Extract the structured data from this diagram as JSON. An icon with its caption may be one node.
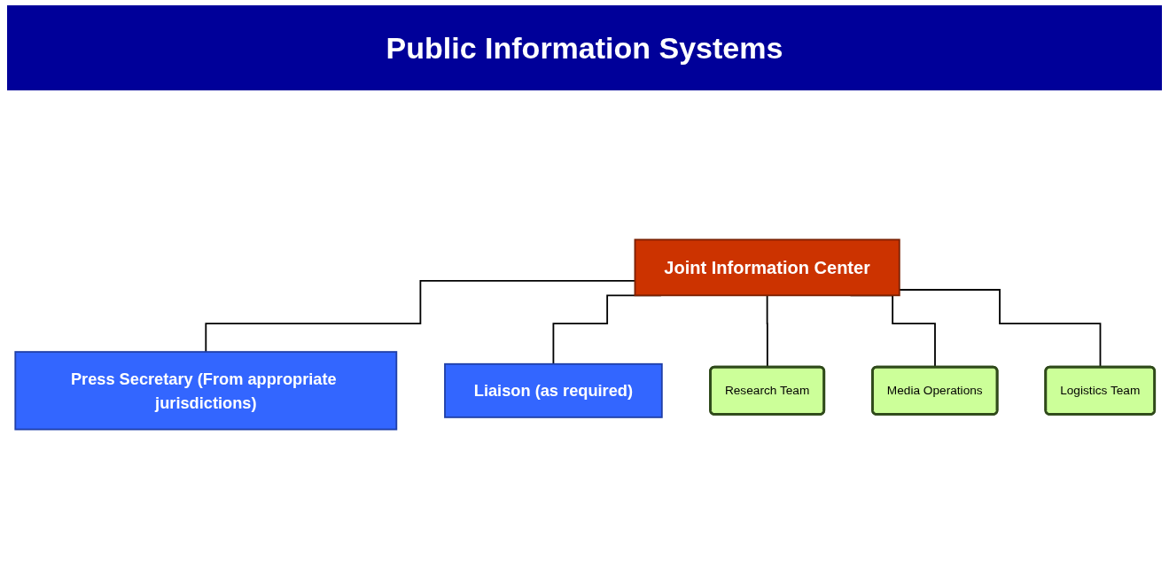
{
  "diagram": {
    "title": "Public Information Systems",
    "nodes": [
      {
        "text": [
          "Joint Information Center"
        ]
      },
      {
        "text": [
          "Press Secretary (From appropriate jurisdictions)"
        ]
      },
      {
        "text": [
          "Liaison (as required)"
        ]
      },
      {
        "text": [
          "Research Team"
        ]
      },
      {
        "text": [
          "Media Operations"
        ]
      },
      {
        "text": [
          "Logistics Team"
        ]
      }
    ],
    "edges": [
      {
        "from": 0,
        "to": 1,
        "arrow": "none"
      },
      {
        "from": 0,
        "to": 2,
        "arrow": "none"
      },
      {
        "from": 0,
        "to": 3,
        "arrow": "none"
      },
      {
        "from": 0,
        "to": 4,
        "arrow": "none"
      },
      {
        "from": 0,
        "to": 5,
        "arrow": "none"
      }
    ]
  }
}
